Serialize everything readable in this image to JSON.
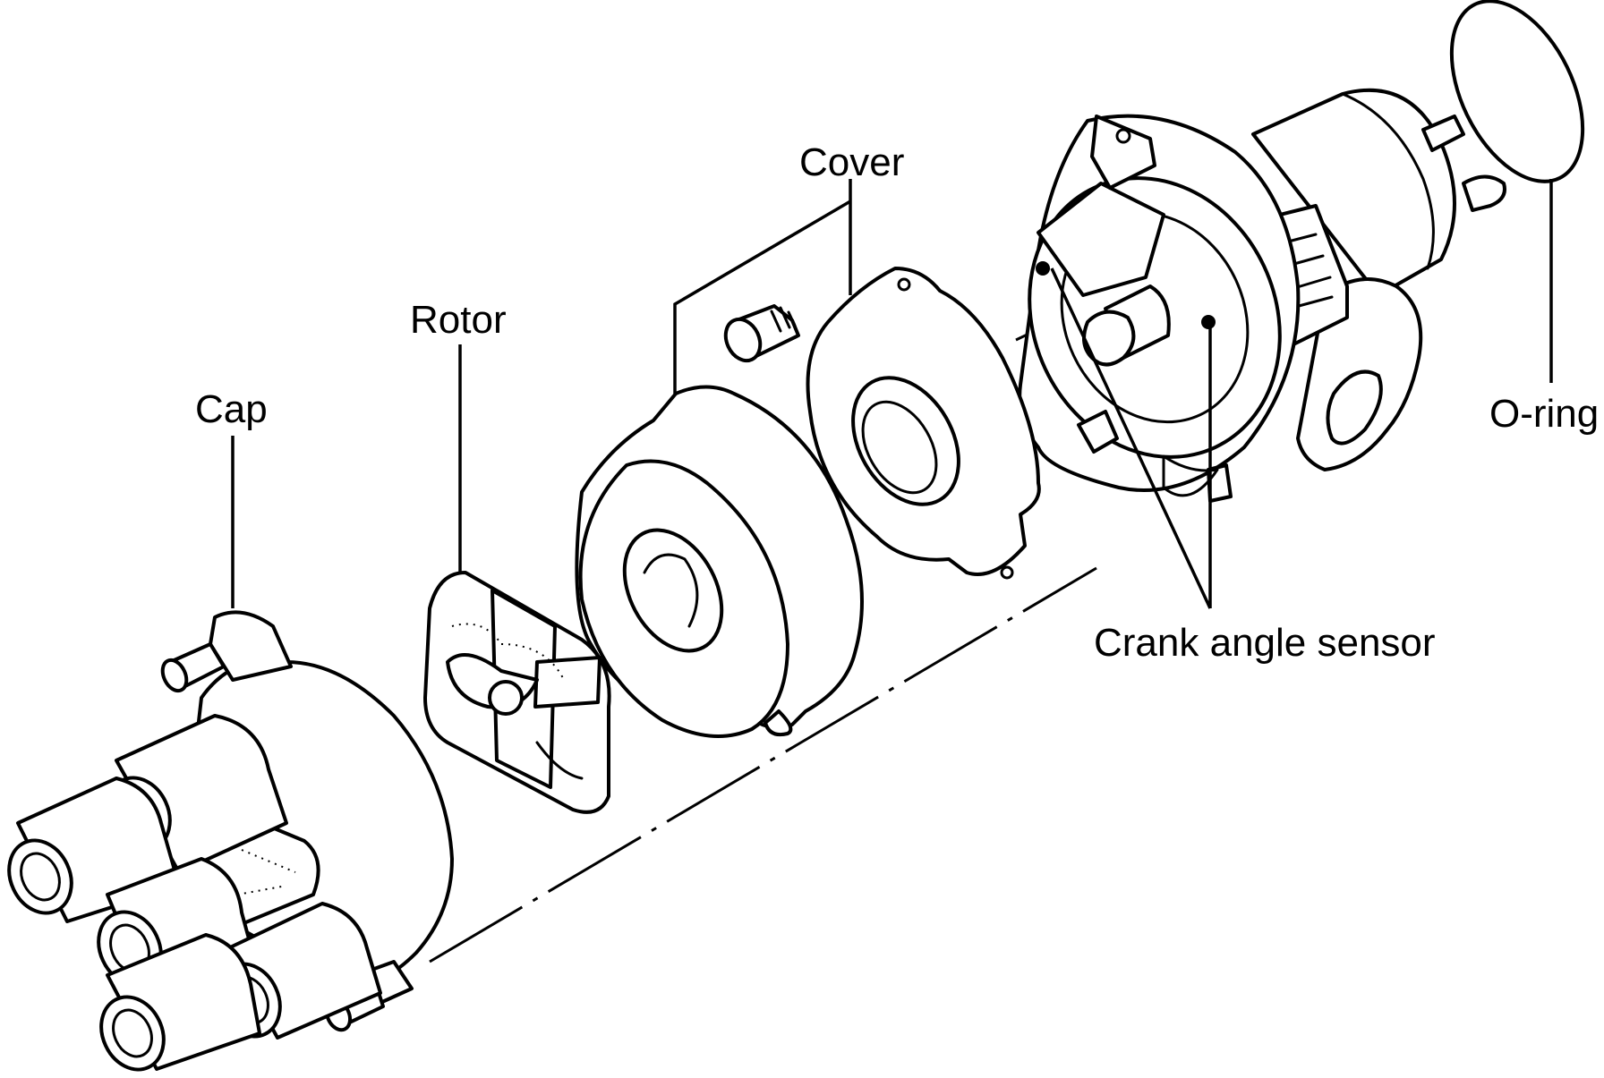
{
  "labels": {
    "cap": "Cap",
    "rotor": "Rotor",
    "cover": "Cover",
    "o_ring": "O-ring",
    "crank_angle_sensor": "Crank angle sensor"
  }
}
